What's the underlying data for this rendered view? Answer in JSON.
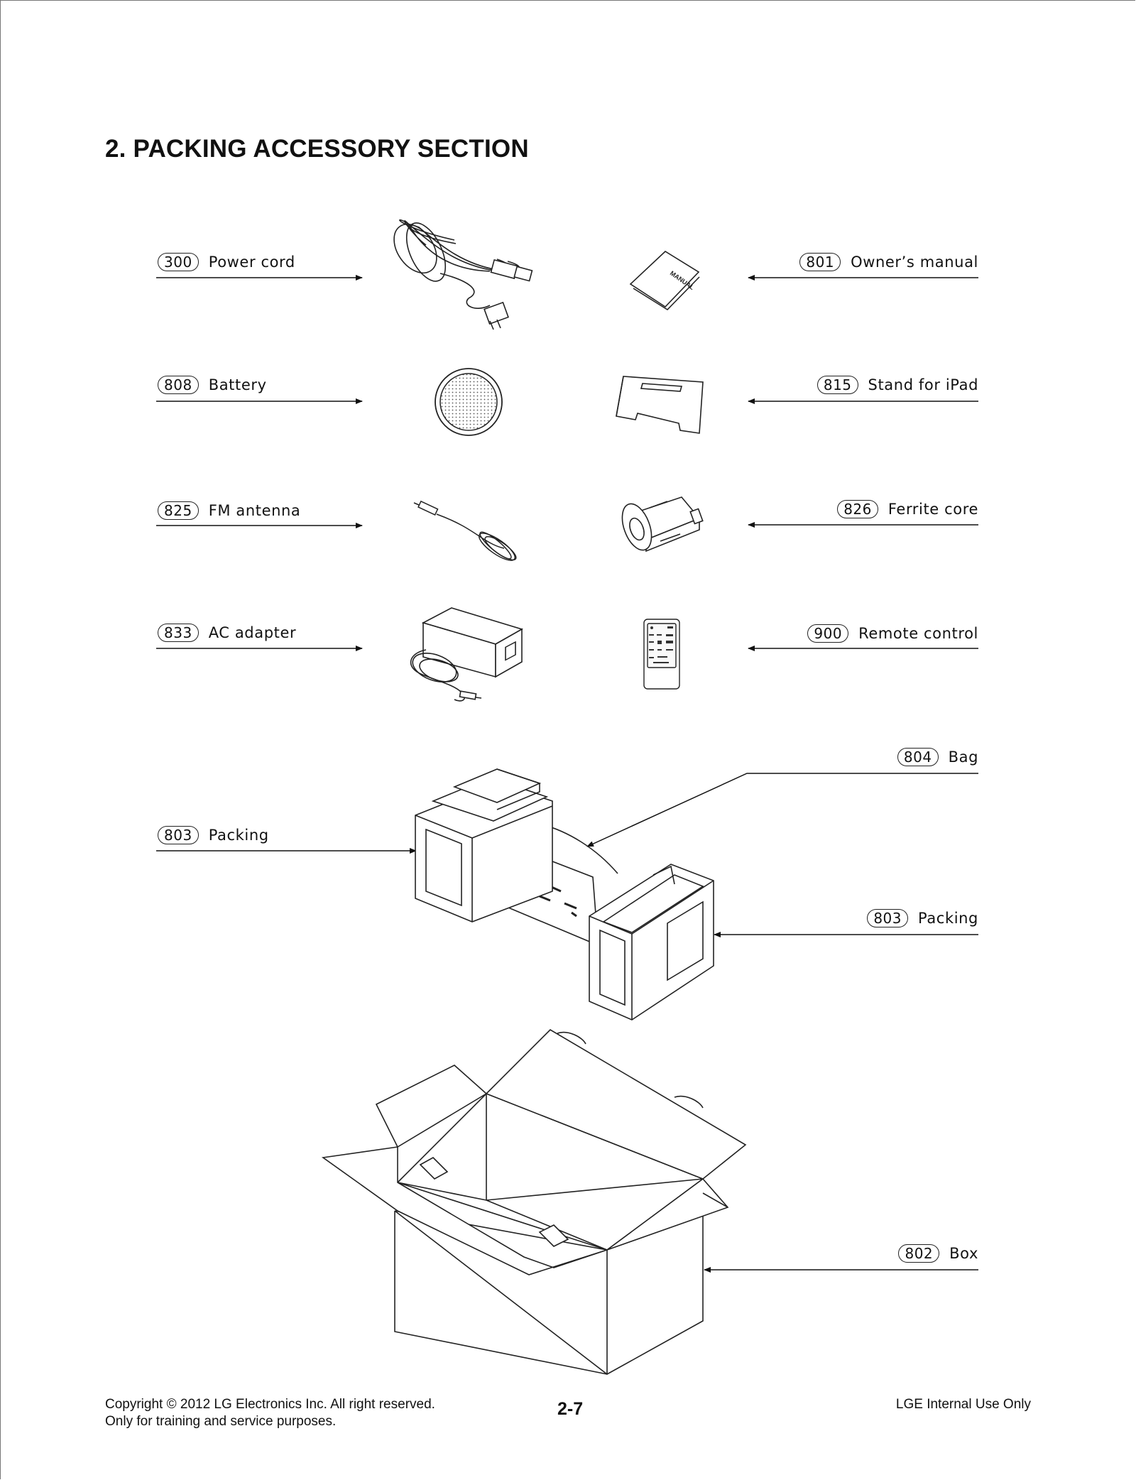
{
  "heading": "2. PACKING ACCESSORY SECTION",
  "labels": {
    "power_cord": {
      "num": "300",
      "text": "Power cord"
    },
    "battery": {
      "num": "808",
      "text": "Battery"
    },
    "fm_antenna": {
      "num": "825",
      "text": "FM antenna"
    },
    "ac_adapter": {
      "num": "833",
      "text": "AC adapter"
    },
    "owners_manual": {
      "num": "801",
      "text": "Owner’s manual"
    },
    "stand_ipad": {
      "num": "815",
      "text": "Stand for iPad"
    },
    "ferrite_core": {
      "num": "826",
      "text": "Ferrite core"
    },
    "remote_control": {
      "num": "900",
      "text": "Remote control"
    },
    "bag": {
      "num": "804",
      "text": "Bag"
    },
    "packing_left": {
      "num": "803",
      "text": "Packing"
    },
    "packing_right": {
      "num": "803",
      "text": "Packing"
    },
    "box": {
      "num": "802",
      "text": "Box"
    }
  },
  "manual_cover_text": "MANUAL",
  "footer": {
    "copyright": "Copyright © 2012 LG Electronics Inc. All right reserved.",
    "purpose": "Only for training and service purposes.",
    "page": "2-7",
    "internal": "LGE Internal Use Only"
  }
}
